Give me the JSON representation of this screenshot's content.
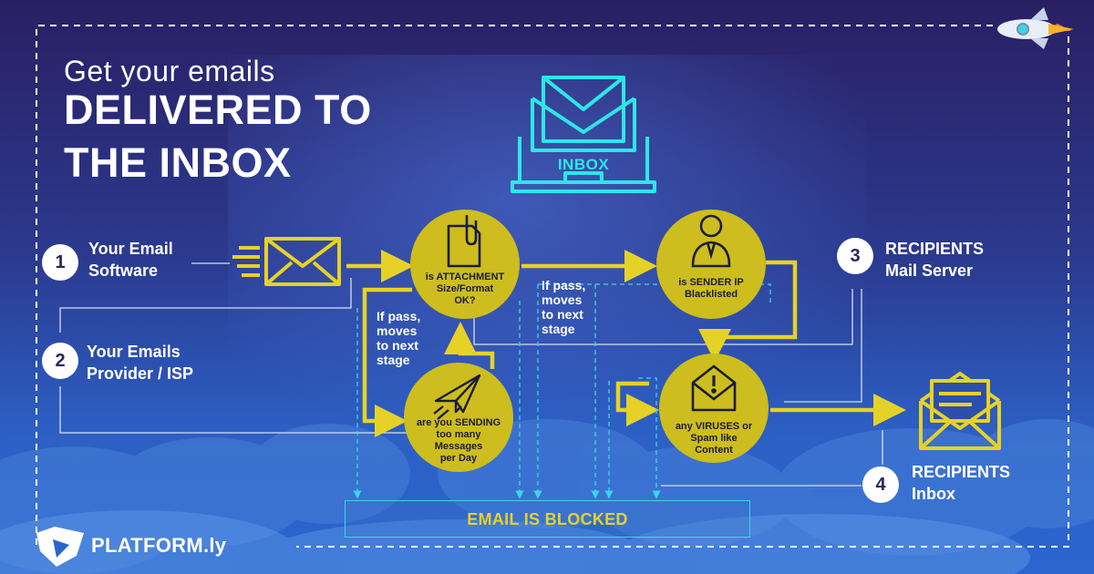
{
  "header": {
    "line1": "Get your emails",
    "line2": "DELIVERED TO",
    "line3": "THE INBOX"
  },
  "inbox_icon_label": "INBOX",
  "steps": [
    {
      "num": "1",
      "line1": "Your Email",
      "line2": "Software"
    },
    {
      "num": "2",
      "line1": "Your Emails",
      "line2": "Provider / ISP"
    },
    {
      "num": "3",
      "line1": "RECIPIENTS",
      "line2": "Mail Server"
    },
    {
      "num": "4",
      "line1": "RECIPIENTS",
      "line2": "Inbox"
    }
  ],
  "nodes": {
    "attachment": {
      "line1": "is ATTACHMENT",
      "line2": "Size/Format",
      "line3": "OK?"
    },
    "sender_ip": {
      "line1": "is SENDER IP",
      "line2": "Blacklisted"
    },
    "sending": {
      "line1": "are you SENDING",
      "line2": "too many",
      "line3": "Messages",
      "line4": "per Day"
    },
    "viruses": {
      "line1": "any VIRUSES or",
      "line2": "Spam like",
      "line3": "Content"
    }
  },
  "pass_labels": {
    "left": {
      "line1": "If pass,",
      "line2": "moves",
      "line3": "to next",
      "line4": "stage"
    },
    "middle": {
      "line1": "If pass,",
      "line2": "moves",
      "line3": "to next",
      "line4": "stage"
    }
  },
  "blocked_label": "EMAIL IS BLOCKED",
  "brand": "PLATFORM.ly",
  "colors": {
    "node_yellow": "#cdbd1e",
    "arrow_yellow": "#e6d227",
    "cyan": "#2ee6e6",
    "dashed_cyan": "#3ad6e8",
    "bg_top": "#2a1f63",
    "bg_bottom": "#2a66cf"
  }
}
